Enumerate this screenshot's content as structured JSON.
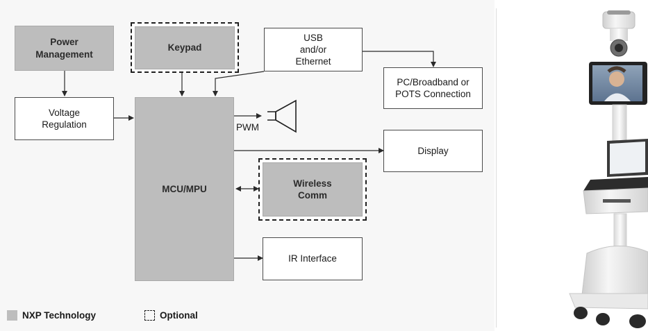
{
  "diagram": {
    "blocks": {
      "power_management": "Power\nManagement",
      "keypad": "Keypad",
      "usb": "USB\nand/or\nEthernet",
      "pc_connection": "PC/Broadband or\nPOTS Connection",
      "voltage_regulation": "Voltage\nRegulation",
      "mcu": "MCU/MPU",
      "display": "Display",
      "wireless": "Wireless\nComm",
      "ir_interface": "IR Interface"
    },
    "pwm_label": "PWM",
    "legend": {
      "nxp": "NXP Technology",
      "optional": "Optional"
    },
    "colors": {
      "nxp_gray": "#bdbdbd",
      "line": "#2a2a2a"
    }
  },
  "photo": {
    "subject": "telepresence robot cart with video screen and laptop"
  }
}
